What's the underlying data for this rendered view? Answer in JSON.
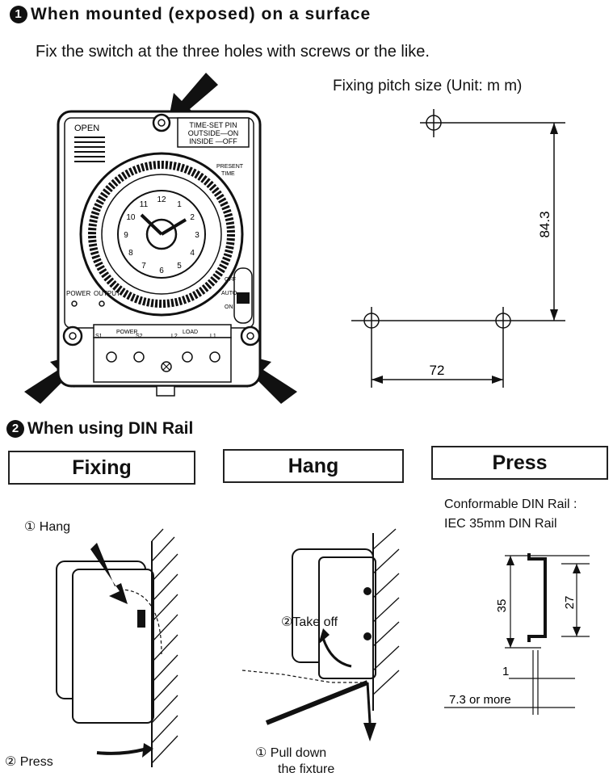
{
  "section1": {
    "number": "1",
    "title": "When mounted (exposed) on a surface",
    "instruction": "Fix the switch at the three holes with screws or the like.",
    "pitch_title": "Fixing pitch size (Unit: m m)",
    "dim_vertical": "84.3",
    "dim_horizontal": "72"
  },
  "device": {
    "open": "OPEN",
    "pin_line1": "TIME-SET PIN",
    "pin_line2": "OUTSIDE—ON",
    "pin_line3": "INSIDE —OFF",
    "present": "PRESENT",
    "time": "TIME",
    "power": "POWER",
    "output": "OUTPUT",
    "off": "OFF",
    "auto": "AUTO",
    "on": "ON",
    "power_label": "POWER",
    "load_label": "LOAD",
    "s1": "S1",
    "s2": "S2",
    "l2": "L2",
    "l1": "L1",
    "hours": [
      "12",
      "1",
      "2",
      "3",
      "4",
      "5",
      "6",
      "7",
      "8",
      "9",
      "10",
      "11"
    ]
  },
  "section2": {
    "number": "2",
    "title": "When using DIN Rail",
    "tab_fixing": "Fixing",
    "tab_hang": "Hang",
    "tab_press": "Press",
    "conformable_line1": "Conformable DIN Rail :",
    "conformable_line2": "IEC 35mm DIN Rail",
    "step_hang": "① Hang",
    "step_press": "② Press",
    "step_takeoff": "②Take off",
    "step_pull1": "① Pull down",
    "step_pull2": "the fixture",
    "rail_35": "35",
    "rail_27": "27",
    "rail_1": "1",
    "rail_73": "7.3 or more"
  }
}
